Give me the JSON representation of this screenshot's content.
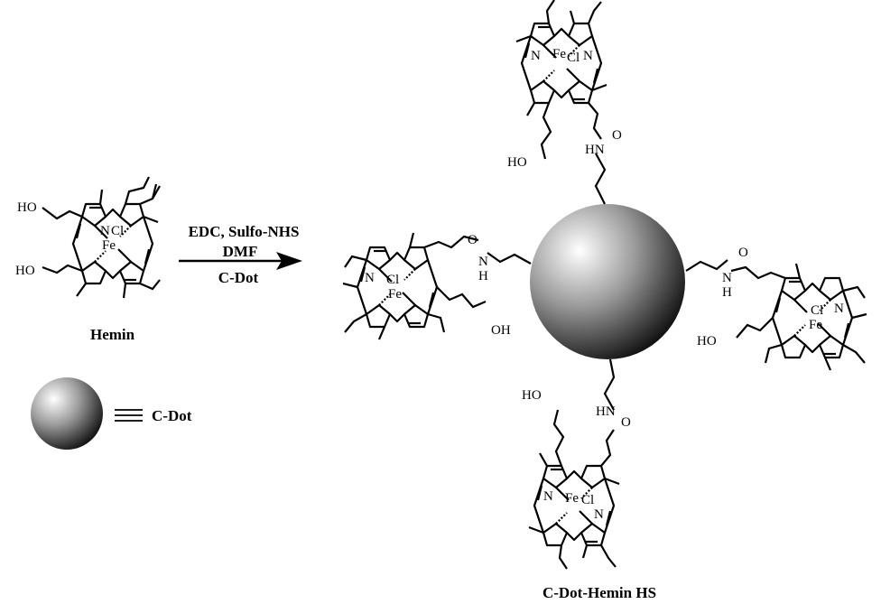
{
  "reagents": {
    "line1": "EDC, Sulfo-NHS",
    "line2": "DMF",
    "line3": "C-Dot"
  },
  "labels": {
    "hemin": "Hemin",
    "cdot_legend": "C-Dot",
    "product": "C-Dot-Hemin HS"
  },
  "atoms": {
    "n": "N",
    "cl": "Cl",
    "fe": "Fe",
    "oh": "OH",
    "ho": "HO",
    "o": "O",
    "hn": "HN",
    "nh": "N",
    "h": "H"
  },
  "colors": {
    "ink": "#000000",
    "sphere_highlight": "#ffffff",
    "sphere_shadow": "#000000"
  }
}
